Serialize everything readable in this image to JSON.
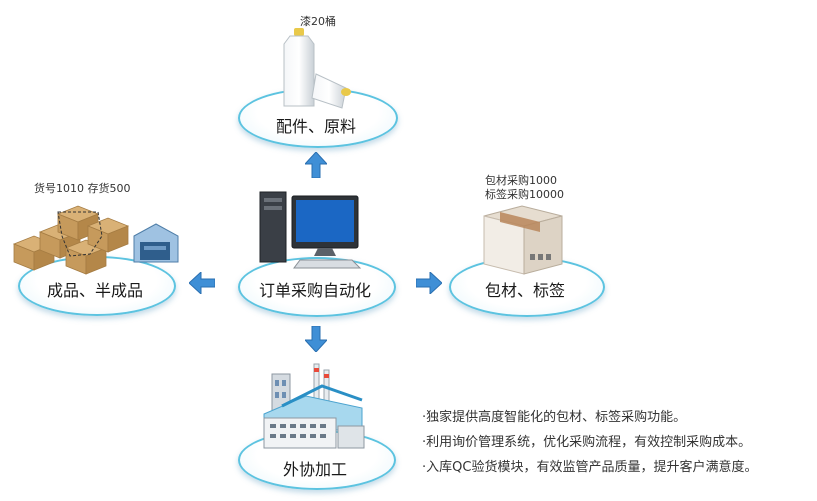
{
  "nodes": {
    "top": {
      "label": "配件、原料",
      "note": "漆20桶",
      "icon": "paint-bottle-icon"
    },
    "center": {
      "label": "订单采购自动化",
      "icon": "desktop-computer-icon"
    },
    "left": {
      "label": "成品、半成品",
      "note": "货号1010  存货500",
      "icon": "boxes-warehouse-icon"
    },
    "right": {
      "label": "包材、标签",
      "note_lines": [
        "包材采购1000",
        "标签采购10000"
      ],
      "icon": "cardboard-box-icon"
    },
    "bottom": {
      "label": "外协加工",
      "icon": "factory-icon"
    }
  },
  "bullets": [
    "·独家提供高度智能化的包材、标签采购功能。",
    "·利用询价管理系统，优化采购流程，有效控制采购成本。",
    "·入库QC验货模块，有效监管产品质量，提升客户满意度。"
  ],
  "colors": {
    "ring": "#5cc3e0",
    "arrow": "#3f8fd6"
  }
}
